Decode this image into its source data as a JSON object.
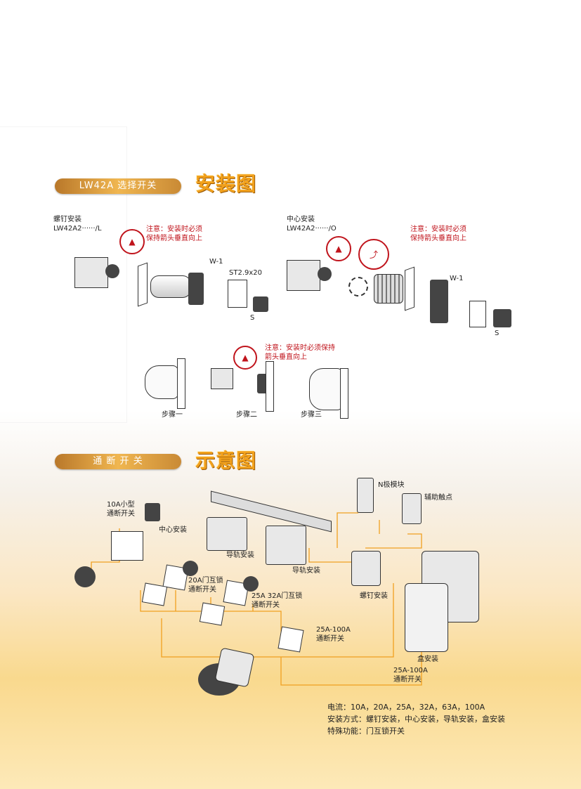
{
  "section1": {
    "pill": "LW42A 选择开关",
    "title": "安装图",
    "screw": {
      "label": "螺钉安装",
      "model": "LW42A2······/L",
      "note1": "注意：安装时必须",
      "note2": "保持箭头垂直向上",
      "part_w": "W-1",
      "part_st": "ST2.9x20",
      "part_s": "S"
    },
    "center": {
      "label": "中心安装",
      "model": "LW42A2······/O",
      "note1": "注意：安装时必须",
      "note2": "保持箭头垂直向上",
      "part_w": "W-1",
      "part_s": "S"
    },
    "steps": {
      "note1": "注意：安装时必须保持",
      "note2": "箭头垂直向上",
      "step1": "步骤一",
      "step2": "步骤二",
      "step3": "步骤三"
    }
  },
  "section2": {
    "pill": "通 断 开 关",
    "title": "示意图",
    "labels": {
      "n_module": "N极模块",
      "aux_contact": "辅助触点",
      "small_10a_1": "10A小型",
      "small_10a_2": "通断开关",
      "center_mount": "中心安装",
      "rail_mount_1": "导轨安装",
      "rail_mount_2": "导轨安装",
      "screw_mount": "螺钉安装",
      "door_20a_1": "20A门互锁",
      "door_20a_2": "通断开关",
      "door_25a_1": "25A 32A门互锁",
      "door_25a_2": "通断开关",
      "r25_100a_1": "25A-100A",
      "r25_100a_2": "通断开关",
      "box_mount": "盒安装",
      "box_25_100a_1": "25A-100A",
      "box_25_100a_2": "通断开关"
    },
    "specs": {
      "current": "电流：10A，20A，25A，32A，63A，100A",
      "mounting": "安装方式：螺钉安装，中心安装，导轨安装，盒安装",
      "special": "特殊功能：门互锁开关"
    }
  }
}
